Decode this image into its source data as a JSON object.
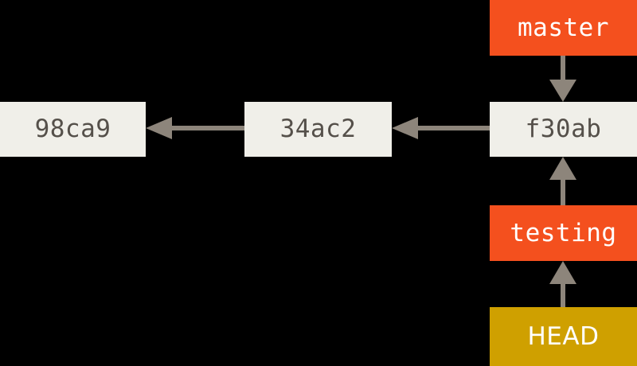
{
  "diagram": {
    "title": "Git branch pointers diagram",
    "background_color": "#000000",
    "commit_color": "#f0efe9",
    "commit_text_color": "#55504a",
    "branch_color": "#f4501e",
    "head_color": "#cfa000",
    "arrow_color": "#8d857b",
    "label_text_color": "#ffffff"
  },
  "commits": [
    {
      "id": "commit-98ca9",
      "label": "98ca9"
    },
    {
      "id": "commit-34ac2",
      "label": "34ac2"
    },
    {
      "id": "commit-f30ab",
      "label": "f30ab"
    }
  ],
  "branches": [
    {
      "id": "branch-master",
      "label": "master"
    },
    {
      "id": "branch-testing",
      "label": "testing"
    }
  ],
  "pointers": [
    {
      "id": "head-pointer",
      "label": "HEAD"
    }
  ],
  "arrows": [
    {
      "id": "arrow-34ac2-to-98ca9",
      "from": "34ac2",
      "to": "98ca9",
      "direction": "left"
    },
    {
      "id": "arrow-f30ab-to-34ac2",
      "from": "f30ab",
      "to": "34ac2",
      "direction": "left"
    },
    {
      "id": "arrow-master-to-f30ab",
      "from": "master",
      "to": "f30ab",
      "direction": "down"
    },
    {
      "id": "arrow-testing-to-f30ab",
      "from": "testing",
      "to": "f30ab",
      "direction": "up"
    },
    {
      "id": "arrow-head-to-testing",
      "from": "HEAD",
      "to": "testing",
      "direction": "up"
    }
  ]
}
